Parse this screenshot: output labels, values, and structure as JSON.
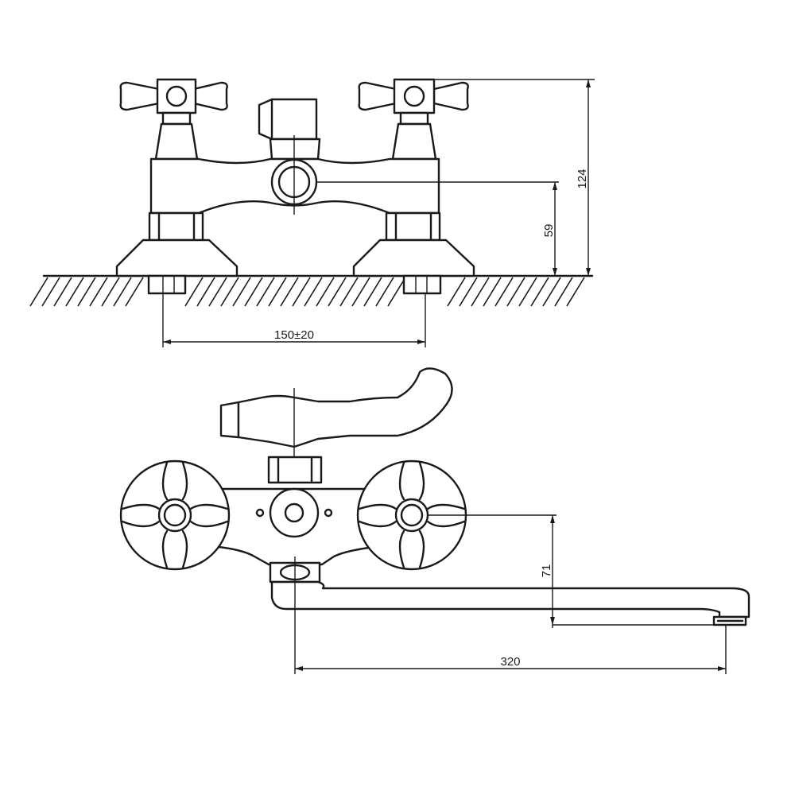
{
  "dimensions": {
    "total_height": "124",
    "outlet_height": "59",
    "center_spacing": "150±20",
    "spout_drop": "71",
    "spout_length": "320"
  },
  "colors": {
    "line": "#1a1a1a",
    "background": "#ffffff"
  }
}
